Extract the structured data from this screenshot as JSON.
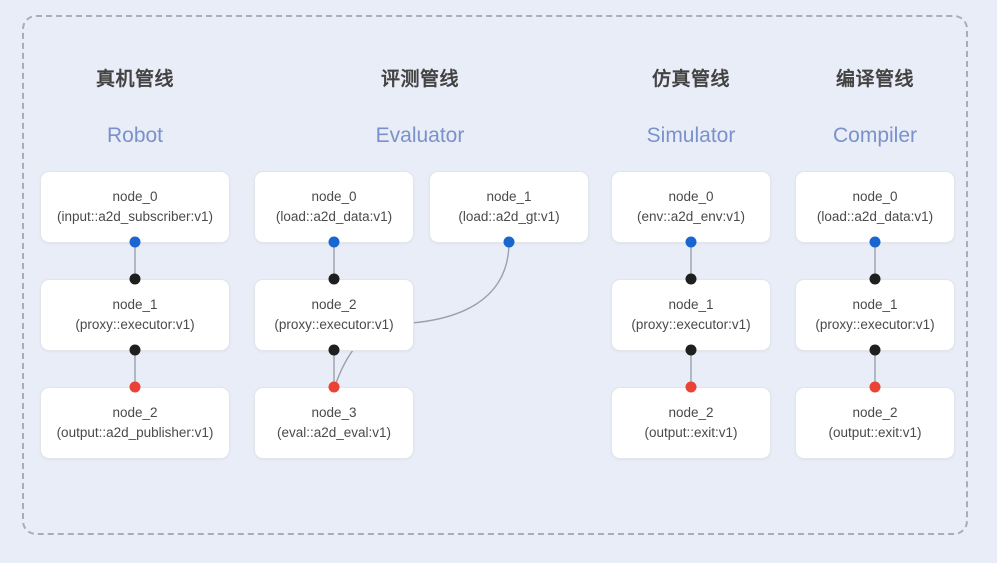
{
  "frame": {
    "style": "dashed-rounded-container",
    "border_color": "#a6adbb",
    "background": "#e8edf7"
  },
  "colors": {
    "background": "#e8edf7",
    "node_fill": "#ffffff",
    "node_border": "#e2e5ea",
    "title_cn": "#434343",
    "title_en": "#7b91cb",
    "port_out": "#1a66d0",
    "port_in": "#1f1f1f",
    "port_end": "#ea4335",
    "edge": "#9aa1ad"
  },
  "columns": [
    {
      "id": "robot",
      "title_cn": "真机管线",
      "title_en": "Robot",
      "nodes": [
        {
          "id": "robot-node-0",
          "name": "node_0",
          "type": "(input::a2d_subscriber:v1)"
        },
        {
          "id": "robot-node-1",
          "name": "node_1",
          "type": "(proxy::executor:v1)"
        },
        {
          "id": "robot-node-2",
          "name": "node_2",
          "type": "(output::a2d_publisher:v1)"
        }
      ]
    },
    {
      "id": "evaluator",
      "title_cn": "评测管线",
      "title_en": "Evaluator",
      "nodes": [
        {
          "id": "eval-node-0",
          "name": "node_0",
          "type": "(load::a2d_data:v1)"
        },
        {
          "id": "eval-node-1",
          "name": "node_1",
          "type": "(load::a2d_gt:v1)"
        },
        {
          "id": "eval-node-2",
          "name": "node_2",
          "type": "(proxy::executor:v1)"
        },
        {
          "id": "eval-node-3",
          "name": "node_3",
          "type": "(eval::a2d_eval:v1)"
        }
      ]
    },
    {
      "id": "simulator",
      "title_cn": "仿真管线",
      "title_en": "Simulator",
      "nodes": [
        {
          "id": "sim-node-0",
          "name": "node_0",
          "type": "(env::a2d_env:v1)"
        },
        {
          "id": "sim-node-1",
          "name": "node_1",
          "type": "(proxy::executor:v1)"
        },
        {
          "id": "sim-node-2",
          "name": "node_2",
          "type": "(output::exit:v1)"
        }
      ]
    },
    {
      "id": "compiler",
      "title_cn": "编译管线",
      "title_en": "Compiler",
      "nodes": [
        {
          "id": "comp-node-0",
          "name": "node_0",
          "type": "(load::a2d_data:v1)"
        },
        {
          "id": "comp-node-1",
          "name": "node_1",
          "type": "(proxy::executor:v1)"
        },
        {
          "id": "comp-node-2",
          "name": "node_2",
          "type": "(output::exit:v1)"
        }
      ]
    }
  ]
}
